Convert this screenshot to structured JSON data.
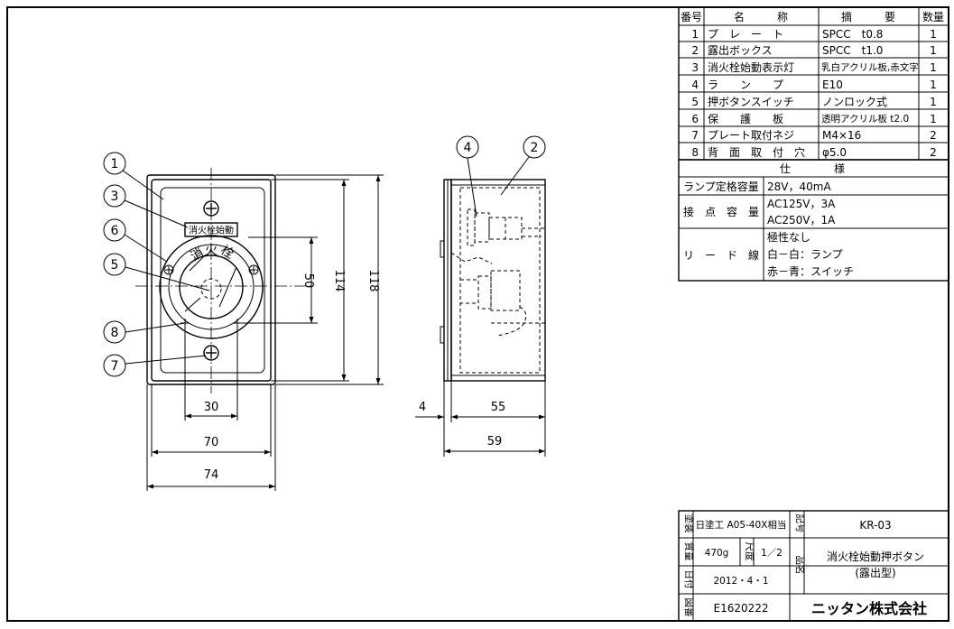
{
  "parts_table": {
    "headers": {
      "no": "番号",
      "name": "名　　　称",
      "spec": "摘　　　要",
      "qty": "数量"
    },
    "rows": [
      {
        "no": "1",
        "name": "プ　レ　ー　ト",
        "spec": "SPCC　t0.8",
        "qty": "1"
      },
      {
        "no": "2",
        "name": "露出ボックス",
        "spec": "SPCC　t1.0",
        "qty": "1"
      },
      {
        "no": "3",
        "name": "消火栓始動表示灯",
        "spec": "乳白アクリル板,赤文字",
        "qty": "1"
      },
      {
        "no": "4",
        "name": "ラ　　ン　　プ",
        "spec": "E10",
        "qty": "1"
      },
      {
        "no": "5",
        "name": "押ボタンスイッチ",
        "spec": "ノンロック式",
        "qty": "1"
      },
      {
        "no": "6",
        "name": "保　　護　　板",
        "spec": "透明アクリル板 t2.0",
        "qty": "1"
      },
      {
        "no": "7",
        "name": "プレート取付ネジ",
        "spec": "M4×16",
        "qty": "2"
      },
      {
        "no": "8",
        "name": "背　面　取　付　穴",
        "spec": "φ5.0",
        "qty": "2"
      }
    ]
  },
  "spec_table": {
    "title": "仕　　　　様",
    "lamp_label": "ランプ定格容量",
    "lamp_value": "28V，40mA",
    "contact_label": "接　点　容　量",
    "contact_values": [
      "AC125V，3A",
      "AC250V，1A"
    ],
    "lead_label": "リ　ー　ド　線",
    "lead_values": [
      "極性なし",
      "白－白：ランプ",
      "赤－青：スイッチ"
    ]
  },
  "title_block": {
    "paint_label": "塗装",
    "paint_value": "日塗工 A05-40X相当",
    "symbol_label": "記号",
    "symbol_value": "KR-03",
    "mass_label": "質量",
    "mass_value": "470g",
    "scale_label": "尺度",
    "scale_value": "1／2",
    "name_label": "品名",
    "product_name": "消火栓始動押ボタン",
    "product_sub": "(露出型)",
    "date_label": "日付",
    "date_value": "2012・4・1",
    "drawing_label": "図番",
    "drawing_no": "E1620222",
    "company": "ニッタン株式会社"
  },
  "front_view": {
    "dims": {
      "w74": "74",
      "w70": "70",
      "w30": "30",
      "h50": "50",
      "h114": "114",
      "h118": "118"
    },
    "indicator_text": "消火栓始動",
    "ring_chars": [
      "消",
      "火",
      "栓"
    ],
    "balloons": [
      "1",
      "3",
      "6",
      "5",
      "8",
      "7"
    ]
  },
  "side_view": {
    "dims": {
      "d4": "4",
      "d55": "55",
      "d59": "59"
    },
    "balloons": [
      "4",
      "2"
    ]
  }
}
